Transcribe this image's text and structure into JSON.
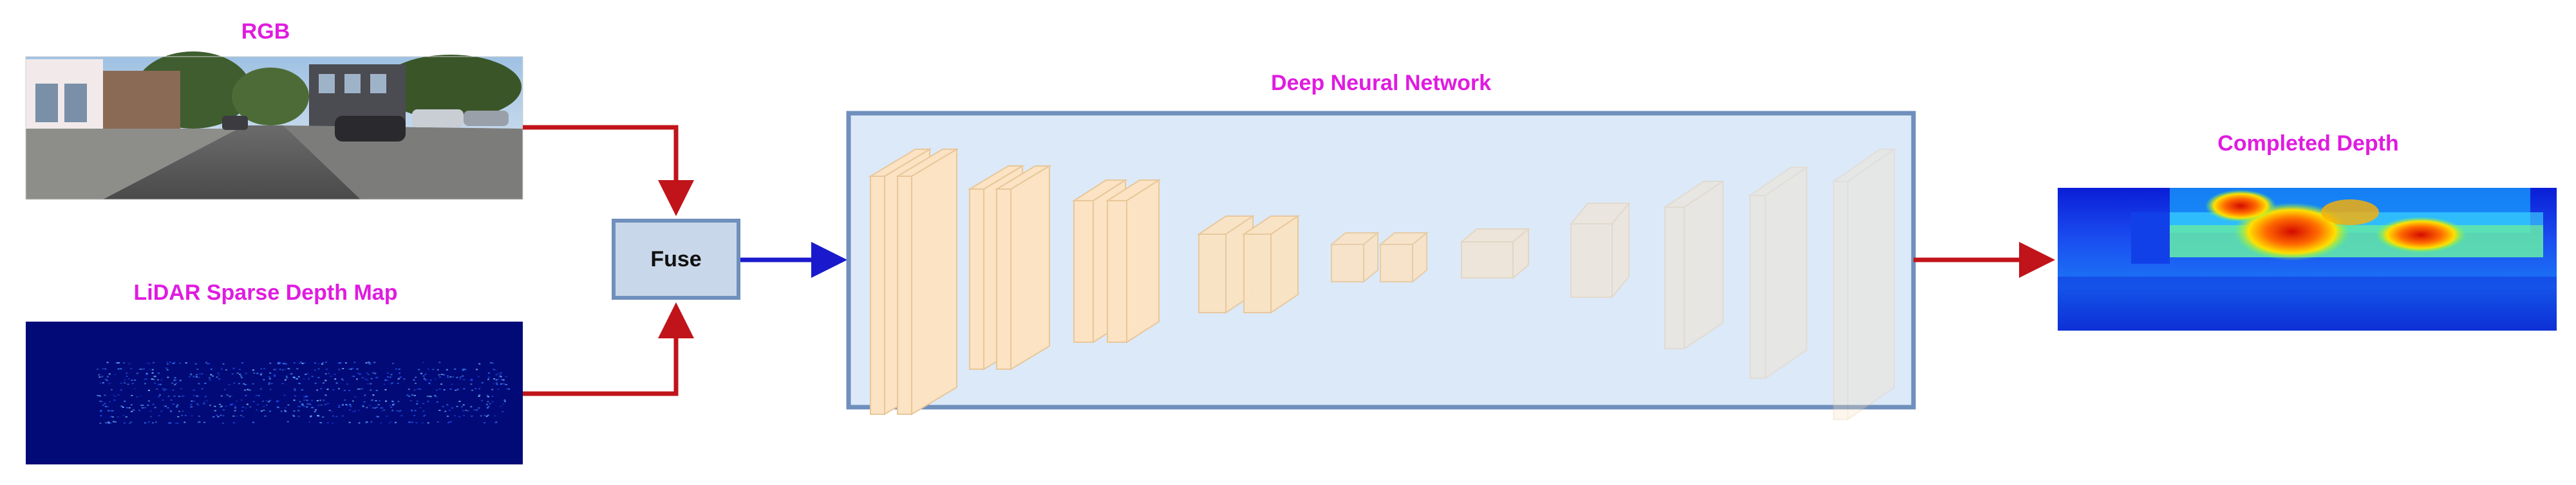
{
  "labels": {
    "rgb": "RGB",
    "lidar": "LiDAR Sparse Depth Map",
    "fuse": "Fuse",
    "network": "Deep Neural Network",
    "output": "Completed Depth"
  },
  "colors": {
    "label": "#e01be0",
    "red_arrow": "#c0141a",
    "blue_arrow": "#1a1acc",
    "network_fill": "#dce9f8",
    "network_border": "#6f8fbd",
    "layer_face": "#fbe3c3",
    "layer_edge": "#e8c79a"
  },
  "network": {
    "layer_groups": 11,
    "opacity_profile": [
      1,
      1,
      1,
      0.95,
      0.85,
      0.55,
      0.45,
      0.4,
      0.35,
      0.3,
      0.3
    ]
  }
}
